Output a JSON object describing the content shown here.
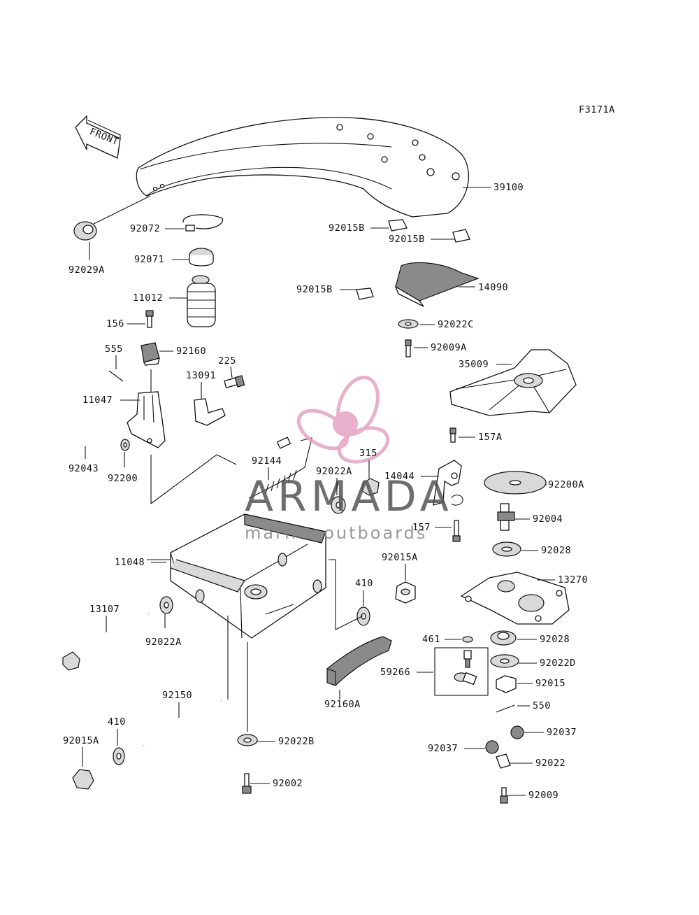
{
  "diagram": {
    "figure_code": "F3171A",
    "front_label": "FRONT",
    "watermark": {
      "brand": "ARMADA",
      "tagline": "marine outboards",
      "color": "#e6a3c4"
    },
    "parts": [
      {
        "id": "p39100",
        "label": "39100"
      },
      {
        "id": "p92072",
        "label": "92072"
      },
      {
        "id": "p92029A",
        "label": "92029A"
      },
      {
        "id": "p92071",
        "label": "92071"
      },
      {
        "id": "p11012",
        "label": "11012"
      },
      {
        "id": "p156",
        "label": "156"
      },
      {
        "id": "p555",
        "label": "555"
      },
      {
        "id": "p92160",
        "label": "92160"
      },
      {
        "id": "p225",
        "label": "225"
      },
      {
        "id": "p13091",
        "label": "13091"
      },
      {
        "id": "p11047",
        "label": "11047"
      },
      {
        "id": "p92043",
        "label": "92043"
      },
      {
        "id": "p92200",
        "label": "92200"
      },
      {
        "id": "p92015B_1",
        "label": "92015B"
      },
      {
        "id": "p92015B_2",
        "label": "92015B"
      },
      {
        "id": "p92015B_3",
        "label": "92015B"
      },
      {
        "id": "p14090",
        "label": "14090"
      },
      {
        "id": "p92022C",
        "label": "92022C"
      },
      {
        "id": "p92009A",
        "label": "92009A"
      },
      {
        "id": "p35009",
        "label": "35009"
      },
      {
        "id": "p157A",
        "label": "157A"
      },
      {
        "id": "p92144",
        "label": "92144"
      },
      {
        "id": "p92022A_1",
        "label": "92022A"
      },
      {
        "id": "p315",
        "label": "315"
      },
      {
        "id": "p14044",
        "label": "14044"
      },
      {
        "id": "p157",
        "label": "157"
      },
      {
        "id": "p92200A",
        "label": "92200A"
      },
      {
        "id": "p92004",
        "label": "92004"
      },
      {
        "id": "p92028_1",
        "label": "92028"
      },
      {
        "id": "p11048",
        "label": "11048"
      },
      {
        "id": "p92015A_1",
        "label": "92015A"
      },
      {
        "id": "p410_1",
        "label": "410"
      },
      {
        "id": "p13270",
        "label": "13270"
      },
      {
        "id": "p13107",
        "label": "13107"
      },
      {
        "id": "p92022A_2",
        "label": "92022A"
      },
      {
        "id": "p461",
        "label": "461"
      },
      {
        "id": "p92028_2",
        "label": "92028"
      },
      {
        "id": "p59266",
        "label": "59266"
      },
      {
        "id": "p92022D",
        "label": "92022D"
      },
      {
        "id": "p92015",
        "label": "92015"
      },
      {
        "id": "p92160A",
        "label": "92160A"
      },
      {
        "id": "p550",
        "label": "550"
      },
      {
        "id": "p92150",
        "label": "92150"
      },
      {
        "id": "p92015A_2",
        "label": "92015A"
      },
      {
        "id": "p410_2",
        "label": "410"
      },
      {
        "id": "p92022B",
        "label": "92022B"
      },
      {
        "id": "p92037_1",
        "label": "92037"
      },
      {
        "id": "p92037_2",
        "label": "92037"
      },
      {
        "id": "p92022",
        "label": "92022"
      },
      {
        "id": "p92002",
        "label": "92002"
      },
      {
        "id": "p92009",
        "label": "92009"
      }
    ]
  }
}
